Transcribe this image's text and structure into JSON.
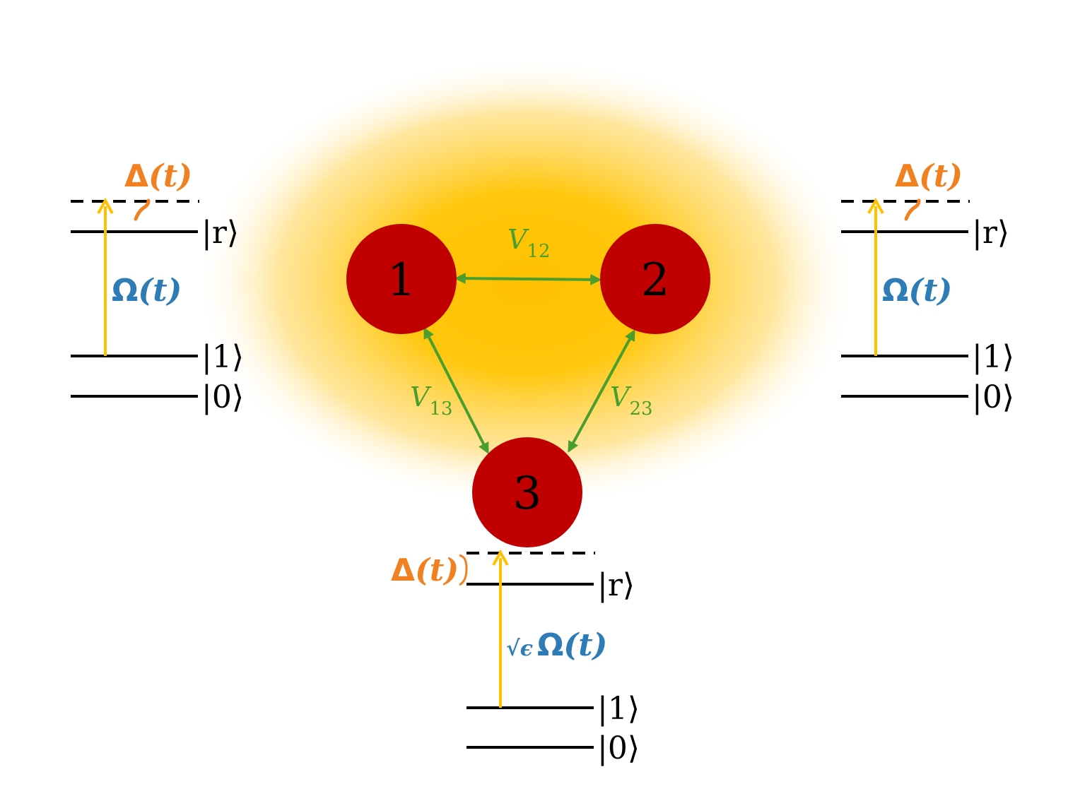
{
  "colors": {
    "atom": "#c00000",
    "coupling": "#4a9e2e",
    "laser": "#ffc000",
    "rabi": "#2e7cb6",
    "detuning": "#f08020",
    "glow": "#ffc000"
  },
  "atoms": {
    "a1": "1",
    "a2": "2",
    "a3": "3"
  },
  "couplings": {
    "v12": {
      "sym": "V",
      "sub": "12"
    },
    "v13": {
      "sym": "V",
      "sub": "13"
    },
    "v23": {
      "sym": "V",
      "sub": "23"
    }
  },
  "levels": {
    "left": {
      "r": "|r⟩",
      "one": "|1⟩",
      "zero": "|0⟩",
      "rabi_sym": "Ω",
      "rabi_arg": "(t)",
      "detuning_sym": "Δ",
      "detuning_arg": "(t)"
    },
    "right": {
      "r": "|r⟩",
      "one": "|1⟩",
      "zero": "|0⟩",
      "rabi_sym": "Ω",
      "rabi_arg": "(t)",
      "detuning_sym": "Δ",
      "detuning_arg": "(t)"
    },
    "bottom": {
      "r": "|r⟩",
      "one": "|1⟩",
      "zero": "|0⟩",
      "rabi_prefix": "√",
      "rabi_eps": "ϵ",
      "rabi_sym": "Ω",
      "rabi_arg": "(t)",
      "detuning_sym": "Δ",
      "detuning_arg": "(t)"
    }
  }
}
